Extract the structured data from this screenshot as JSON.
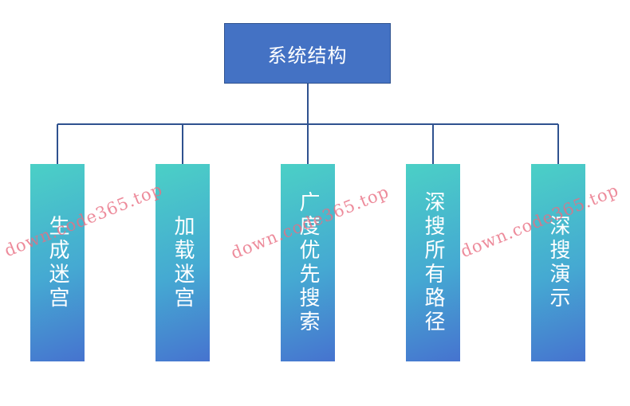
{
  "root": {
    "label": "系统结构"
  },
  "children": [
    {
      "label": "生成迷宫"
    },
    {
      "label": "加载迷宫"
    },
    {
      "label": "广度优先搜索"
    },
    {
      "label": "深搜所有路径"
    },
    {
      "label": "深搜演示"
    }
  ],
  "watermarks": [
    {
      "text": "down.code365.top"
    },
    {
      "text": "down.code365.top"
    },
    {
      "text": "down.code365.top"
    }
  ],
  "colors": {
    "root_fill": "#4472c4",
    "child_gradient_top": "#4bd0c6",
    "child_gradient_bottom": "#4673cf",
    "connector": "#2f528f",
    "watermark": "#e86e82"
  }
}
